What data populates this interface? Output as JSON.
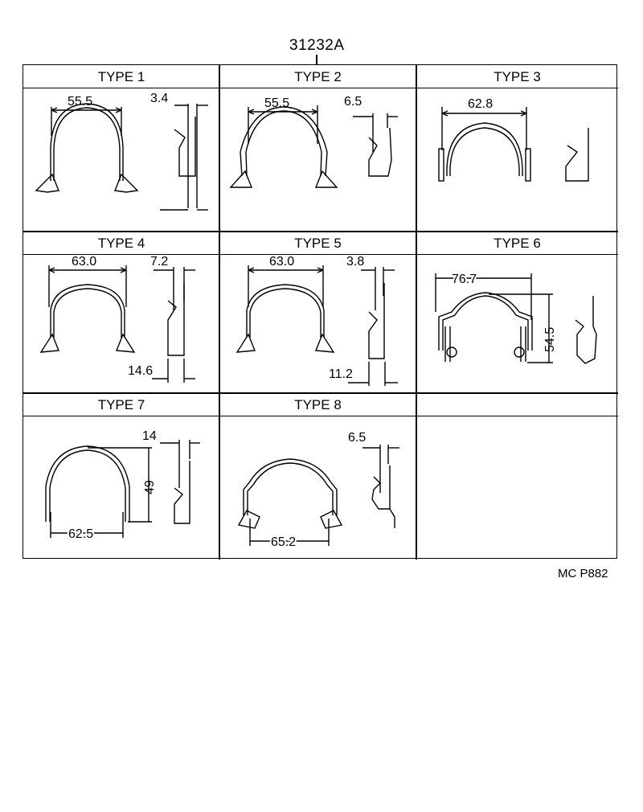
{
  "part_number": "31232A",
  "drawing_code": "MC P882",
  "types": [
    {
      "label": "TYPE 1",
      "width": "55.5",
      "thickness": "3.4"
    },
    {
      "label": "TYPE 2",
      "width": "55.5",
      "thickness": "6.5"
    },
    {
      "label": "TYPE 3",
      "width": "62.8"
    },
    {
      "label": "TYPE 4",
      "width": "63.0",
      "thickness": "7.2",
      "depth": "14.6"
    },
    {
      "label": "TYPE 5",
      "width": "63.0",
      "thickness": "3.8",
      "depth": "11.2"
    },
    {
      "label": "TYPE 6",
      "width": "76.7",
      "height": "54.5"
    },
    {
      "label": "TYPE 7",
      "width": "62.5",
      "height": "49",
      "thickness": "14"
    },
    {
      "label": "TYPE 8",
      "width": "65.2",
      "thickness": "6.5"
    },
    {
      "label": ""
    }
  ]
}
